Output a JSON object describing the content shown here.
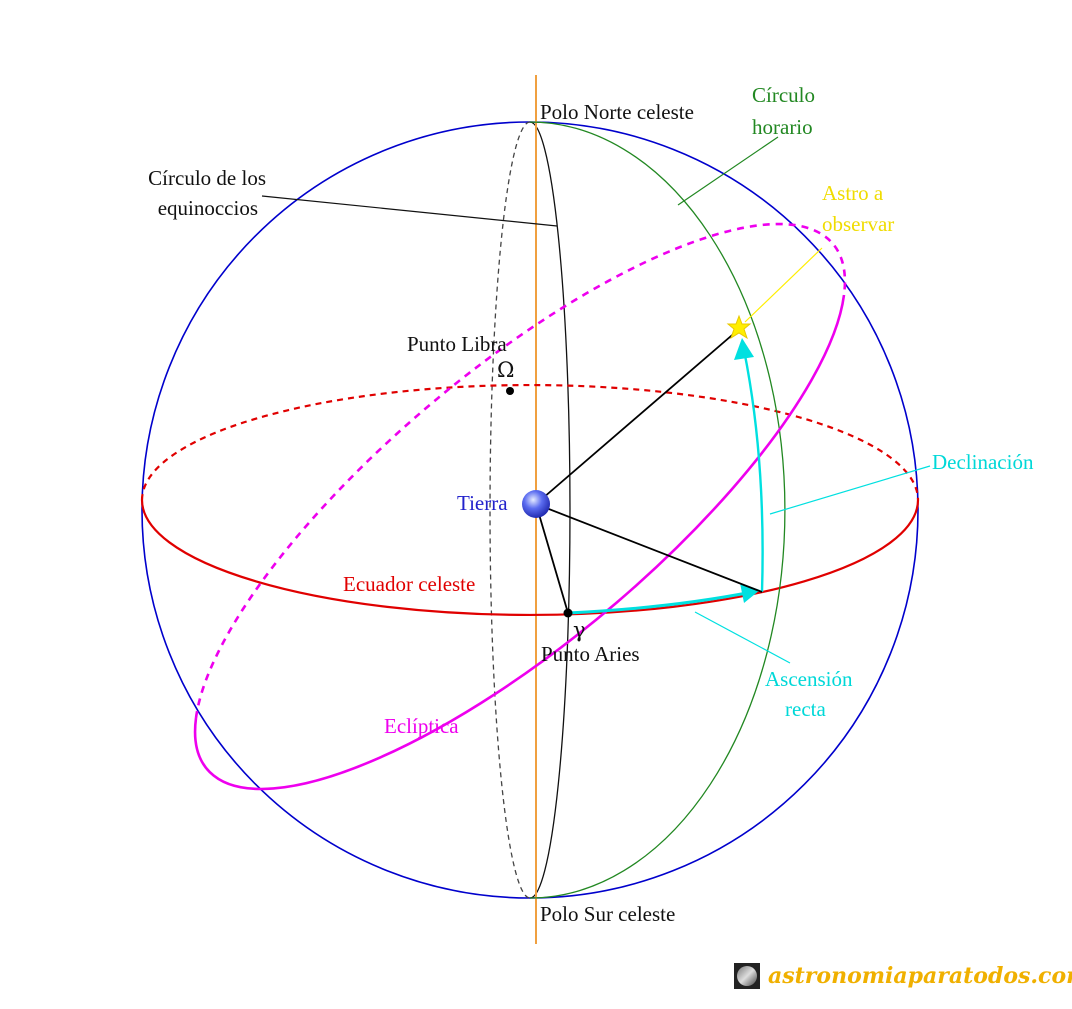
{
  "labels": {
    "north_pole": "Polo Norte celeste",
    "south_pole": "Polo Sur celeste",
    "hour_circle_1": "Círculo",
    "hour_circle_2": "horario",
    "equinox_circle_1": "Círculo de los",
    "equinox_circle_2": "equinoccios",
    "star_1": "Astro a",
    "star_2": "observar",
    "libra_point": "Punto Libra",
    "libra_symbol": "Ω",
    "earth": "Tierra",
    "declination": "Declinación",
    "celestial_equator": "Ecuador celeste",
    "aries_symbol": "γ",
    "aries_point": "Punto Aries",
    "right_ascension_1": "Ascensión",
    "right_ascension_2": "recta",
    "ecliptic": "Eclíptica"
  },
  "credit": "astronomiaparatodos.com",
  "colors": {
    "sphere": "#0000cc",
    "axis": "#f0a040",
    "equator": "#e00000",
    "ecliptic": "#ee00ee",
    "hour_circle": "#228822",
    "coordinates": "#00e0e0",
    "star": "#ffee00",
    "earth": "#3344dd",
    "text": "#111111",
    "credit": "#f0b000"
  }
}
